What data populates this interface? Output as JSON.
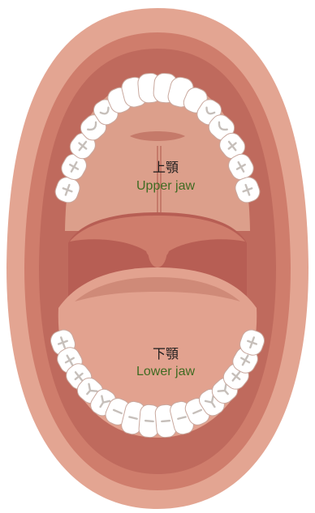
{
  "colors": {
    "lips": "#e3a592",
    "lips_dark": "#cf7d6c",
    "mouth_inner": "#bf6a5d",
    "palate": "#dc9f8b",
    "palate_ridge": "#e8b5a3",
    "throat": "#b75e54",
    "tongue": "#e2a28f",
    "tooth": "#ffffff",
    "label_en": "#3f6b22",
    "label_jp": "#1a1a1a"
  },
  "labels": {
    "upper_jp": "上顎",
    "upper_en": "Upper jaw",
    "lower_jp": "下顎",
    "lower_en": "Lower jaw"
  },
  "tooth_counts": {
    "upper": 16,
    "lower": 16
  }
}
